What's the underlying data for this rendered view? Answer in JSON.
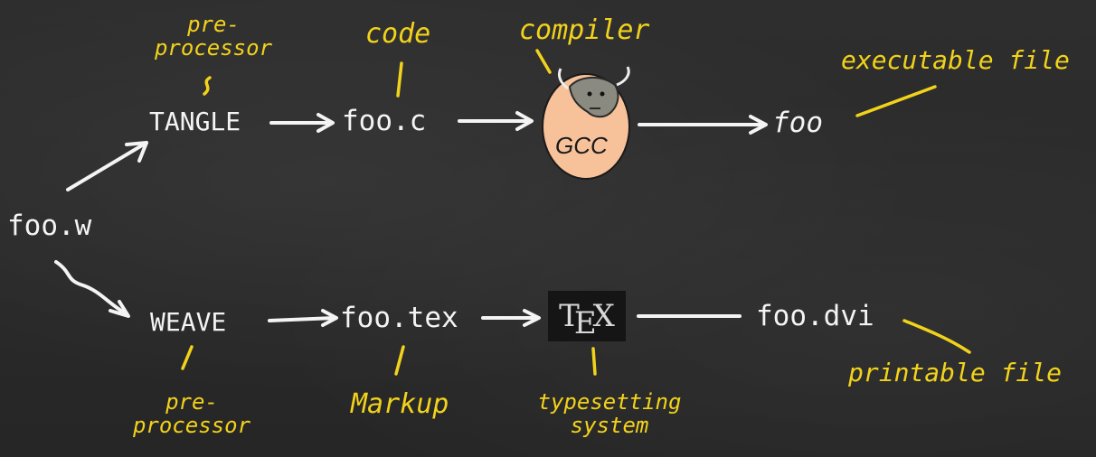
{
  "nodes": {
    "source": "foo.w",
    "tangle": "TANGLE",
    "weave": "WEAVE",
    "code_file": "foo.c",
    "tex_file": "foo.tex",
    "executable": "foo",
    "dvi_file": "foo.dvi",
    "gcc_logo": "GCC",
    "tex_logo": {
      "t": "T",
      "e": "E",
      "x": "X"
    }
  },
  "annotations": {
    "tangle_pre": "pre-",
    "tangle_proc": "processor",
    "code": "code",
    "compiler": "compiler",
    "executable_file": "executable file",
    "weave_pre": "pre-",
    "weave_proc": "processor",
    "markup": "Markup",
    "typesetting_1": "typesetting",
    "typesetting_2": "system",
    "printable_file": "printable file"
  },
  "colors": {
    "chalkboard": "#2b2b2b",
    "chalk_white": "#f4f4f4",
    "chalk_yellow": "#f2d21a",
    "gcc_egg": "#f7c29a"
  }
}
